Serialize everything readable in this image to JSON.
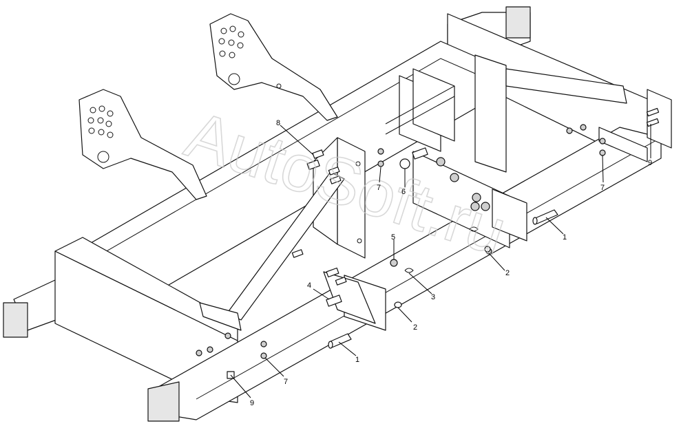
{
  "watermark": "AutoSoft.ru",
  "callouts": [
    {
      "label": "1",
      "part": "pin"
    },
    {
      "label": "1",
      "part": "pin"
    },
    {
      "label": "2",
      "part": "washer"
    },
    {
      "label": "2",
      "part": "washer"
    },
    {
      "label": "3",
      "part": "cotter-pin"
    },
    {
      "label": "4",
      "part": "bolt"
    },
    {
      "label": "5",
      "part": "nut"
    },
    {
      "label": "6",
      "part": "axle-pin"
    },
    {
      "label": "7",
      "part": "nut"
    },
    {
      "label": "7",
      "part": "nut"
    },
    {
      "label": "7",
      "part": "nut"
    },
    {
      "label": "8",
      "part": "bolt"
    },
    {
      "label": "9",
      "part": "bolt"
    },
    {
      "label": "9",
      "part": "bolt"
    }
  ],
  "colors": {
    "line": "#111111",
    "watermark": "#c8c8c8"
  }
}
